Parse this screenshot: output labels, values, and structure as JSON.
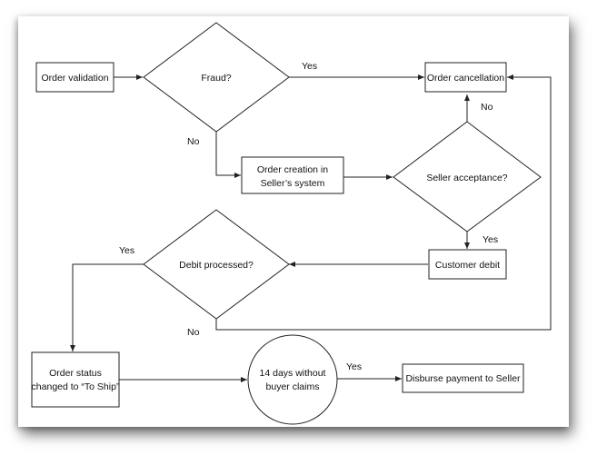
{
  "nodes": {
    "order_validation": "Order validation",
    "fraud": "Fraud?",
    "order_cancellation": "Order cancellation",
    "order_creation": [
      "Order creation in",
      "Seller’s system"
    ],
    "seller_acceptance": "Seller acceptance?",
    "customer_debit": "Customer debit",
    "debit_processed": "Debit processed?",
    "order_status": [
      "Order status",
      "changed to “To Ship”"
    ],
    "fourteen_days": [
      "14 days without",
      "buyer claims"
    ],
    "disburse_payment": "Disburse payment to Seller"
  },
  "edge_labels": {
    "fraud_yes": "Yes",
    "fraud_no": "No",
    "acceptance_no": "No",
    "acceptance_yes": "Yes",
    "debit_yes": "Yes",
    "debit_no": "No",
    "claims_yes": "Yes"
  }
}
